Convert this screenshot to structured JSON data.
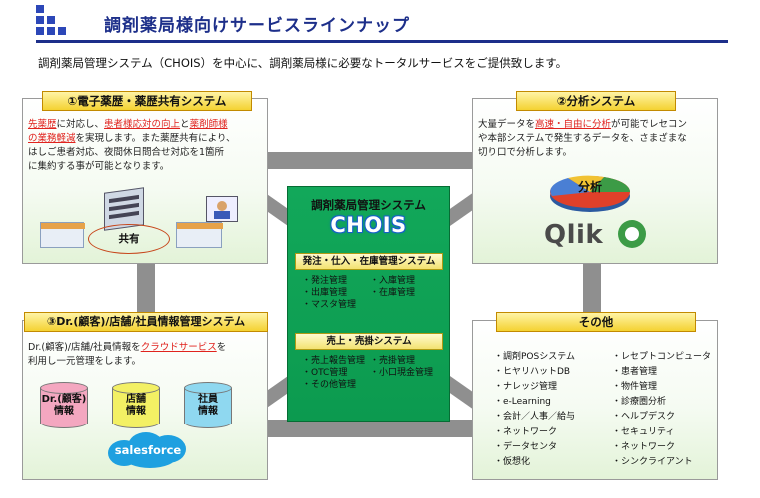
{
  "header": {
    "title": "調剤薬局様向けサービスラインナップ",
    "intro": "調剤薬局管理システム（CHOIS）を中心に、調剤薬局様に必要なトータルサービスをご提供致します。"
  },
  "box1": {
    "title": "①電子薬歴・薬歴共有システム",
    "desc": [
      [
        {
          "t": "先薬歴",
          "c": "red"
        },
        {
          "t": "に対応し、"
        },
        {
          "t": "患者様応対の向上",
          "c": "red"
        },
        {
          "t": "と"
        },
        {
          "t": "薬剤師様",
          "c": "red"
        }
      ],
      [
        {
          "t": "の業務軽減",
          "c": "red"
        },
        {
          "t": "を実現します。また薬歴共有により、"
        }
      ],
      [
        {
          "t": "はしご患者対応、夜間休日問合せ対応を1箇所"
        }
      ],
      [
        {
          "t": "に集約する事が可能となります。"
        }
      ]
    ],
    "shared_label": "共有"
  },
  "box2": {
    "title": "②分析システム",
    "desc": [
      [
        {
          "t": "大量データを"
        },
        {
          "t": "高速・自由に分析",
          "c": "red"
        },
        {
          "t": "が可能でレセコン"
        }
      ],
      [
        {
          "t": "や本部システムで発生するデータを、さまざまな"
        }
      ],
      [
        {
          "t": "切り口で分析します。"
        }
      ]
    ],
    "pie_label": "分析",
    "qlik_text": "Qlik"
  },
  "box3": {
    "title": "③Dr.(顧客)/店舗/社員情報管理システム",
    "desc": [
      [
        {
          "t": "Dr.(顧客)/店舗/社員情報を"
        },
        {
          "t": "クラウドサービス",
          "c": "red"
        },
        {
          "t": "を"
        }
      ],
      [
        {
          "t": "利用し一元管理をします。"
        }
      ]
    ],
    "dbs": [
      {
        "line1": "Dr.(顧客)",
        "line2": "情報",
        "color": "#f4a7c0"
      },
      {
        "line1": "店舗",
        "line2": "情報",
        "color": "#f3f064"
      },
      {
        "line1": "社員",
        "line2": "情報",
        "color": "#8fd8f0"
      }
    ],
    "salesforce": "salesforce"
  },
  "box4": {
    "title": "その他",
    "col1": [
      "・調剤POSシステム",
      "・ヒヤリハットDB",
      "・ナレッジ管理",
      "・e-Learning",
      "・会計／人事／給与",
      "・ネットワーク",
      "・データセンタ",
      "・仮想化"
    ],
    "col2": [
      "・レセプトコンピュータ",
      "・患者管理",
      "・物件管理",
      "・診療圏分析",
      "・ヘルプデスク",
      "・セキュリティ",
      "・ネットワーク",
      "・シンクライアント"
    ]
  },
  "center": {
    "title": "調剤薬局管理システム",
    "logo": "CHOIS",
    "sub1": "発注・仕入・在庫管理システム",
    "sub1_items": [
      [
        "・発注管理",
        "・入庫管理"
      ],
      [
        "・出庫管理",
        "・在庫管理"
      ],
      [
        "・マスタ管理",
        ""
      ]
    ],
    "sub2": "売上・売掛システム",
    "sub2_items": [
      [
        "・売上報告管理",
        "・売掛管理"
      ],
      [
        "・OTC管理",
        "・小口現金管理"
      ],
      [
        "・その他管理",
        ""
      ]
    ]
  },
  "colors": {
    "accent": "#1d2f8a",
    "box_header": "#f4d231",
    "center_bg": "#12a85a",
    "red_text": "#e0231e"
  }
}
